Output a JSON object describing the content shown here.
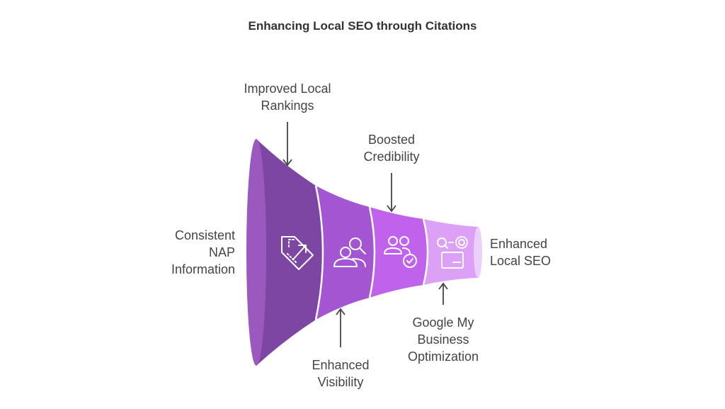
{
  "title": "Enhancing Local SEO through Citations",
  "colors": {
    "stage_1": "#7d46a3",
    "stage_1_rim": "#9b59c0",
    "stage_2": "#a456d2",
    "stage_3": "#c062ec",
    "stage_4": "#dda0f7",
    "stage_4_end": "#eccffa",
    "icon_stroke": "#ffffff",
    "arrow": "#444444",
    "text": "#444444"
  },
  "stages": [
    {
      "icon": "tag-arrow-icon"
    },
    {
      "icon": "users-search-icon"
    },
    {
      "icon": "users-check-icon"
    },
    {
      "icon": "search-gear-card-icon"
    }
  ],
  "labels": {
    "consistent_nap": [
      "Consistent",
      "NAP",
      "Information"
    ],
    "improved_rankings": [
      "Improved Local",
      "Rankings"
    ],
    "enhanced_visibility": [
      "Enhanced",
      "Visibility"
    ],
    "boosted_credibility": [
      "Boosted",
      "Credibility"
    ],
    "google_my_business": [
      "Google My",
      "Business",
      "Optimization"
    ],
    "enhanced_local_seo": [
      "Enhanced",
      "Local SEO"
    ]
  }
}
